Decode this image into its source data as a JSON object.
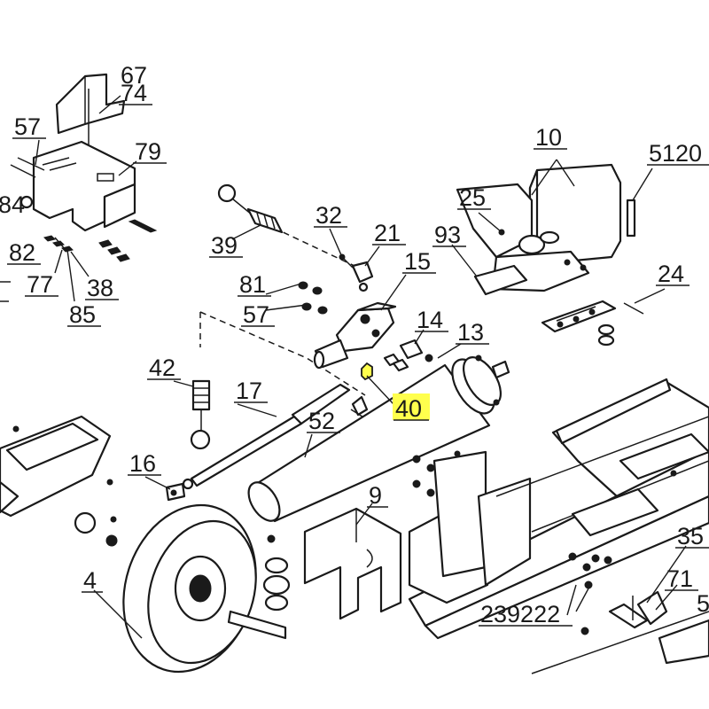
{
  "highlight_color": "#ffff4d",
  "labels": [
    {
      "id": "67",
      "text": "67"
    },
    {
      "id": "74",
      "text": "74"
    },
    {
      "id": "57a",
      "text": "57"
    },
    {
      "id": "79",
      "text": "79"
    },
    {
      "id": "84",
      "text": "84"
    },
    {
      "id": "82",
      "text": "82"
    },
    {
      "id": "77",
      "text": "77"
    },
    {
      "id": "38",
      "text": "38"
    },
    {
      "id": "85",
      "text": "85"
    },
    {
      "id": "39",
      "text": "39"
    },
    {
      "id": "32",
      "text": "32"
    },
    {
      "id": "21",
      "text": "21"
    },
    {
      "id": "15",
      "text": "15"
    },
    {
      "id": "81",
      "text": "81"
    },
    {
      "id": "57b",
      "text": "57"
    },
    {
      "id": "14",
      "text": "14"
    },
    {
      "id": "13",
      "text": "13"
    },
    {
      "id": "42",
      "text": "42"
    },
    {
      "id": "17",
      "text": "17"
    },
    {
      "id": "52",
      "text": "52"
    },
    {
      "id": "40",
      "text": "40"
    },
    {
      "id": "10",
      "text": "10"
    },
    {
      "id": "5120",
      "text": "5120"
    },
    {
      "id": "25",
      "text": "25"
    },
    {
      "id": "93",
      "text": "93"
    },
    {
      "id": "24",
      "text": "24"
    },
    {
      "id": "16",
      "text": "16"
    },
    {
      "id": "9",
      "text": "9"
    },
    {
      "id": "4",
      "text": "4"
    },
    {
      "id": "35",
      "text": "35"
    },
    {
      "id": "71",
      "text": "71"
    },
    {
      "id": "5",
      "text": "5"
    },
    {
      "id": "239222",
      "text": "239222"
    }
  ]
}
